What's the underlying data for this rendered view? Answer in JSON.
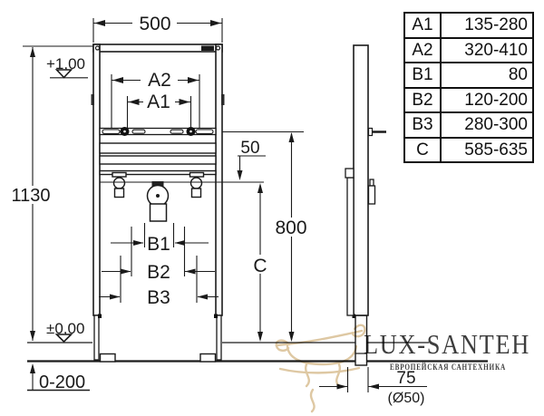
{
  "drawing": {
    "front": {
      "width": "500",
      "height": "1130",
      "level_top": "+1,00",
      "level_zero": "±0,00",
      "floor_adjust": "0-200",
      "dim_a1": "A1",
      "dim_a2": "A2",
      "dim_b1": "B1",
      "dim_b2": "B2",
      "dim_b3": "B3"
    },
    "side": {
      "offset_top": "50",
      "height": "800",
      "dim_c": "C",
      "wall_offset": "75",
      "drain_pipe": "(Ø50)"
    }
  },
  "table": {
    "rows": [
      {
        "label": "A1",
        "value": "135-280"
      },
      {
        "label": "A2",
        "value": "320-410"
      },
      {
        "label": "B1",
        "value": "80"
      },
      {
        "label": "B2",
        "value": "120-200"
      },
      {
        "label": "B3",
        "value": "280-300"
      },
      {
        "label": "C",
        "value": "585-635"
      }
    ]
  },
  "watermark": {
    "brand": "LUX-SANTEH",
    "tagline": "ЕВРОПЕЙСКАЯ САНТЕХНИКА"
  },
  "colors": {
    "line": "#1a1a1a",
    "watermark_brand": "#dfc9a2",
    "watermark_tagline": "#d9bf93"
  }
}
